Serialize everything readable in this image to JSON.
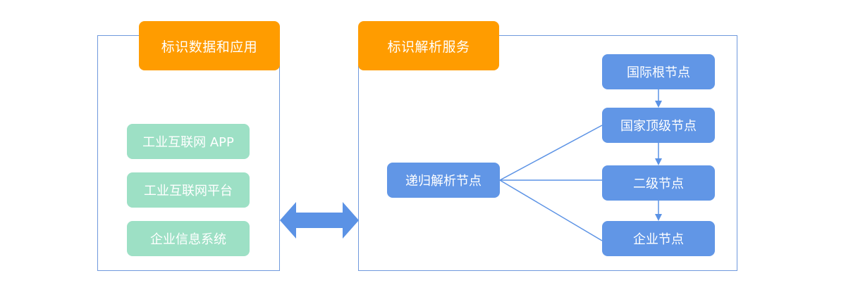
{
  "left_panel": {
    "title": "标识数据和应用",
    "items": [
      {
        "label": "工业互联网 APP"
      },
      {
        "label": "工业互联网平台"
      },
      {
        "label": "企业信息系统"
      }
    ]
  },
  "right_panel": {
    "title": "标识解析服务",
    "nodes": {
      "root": "国际根节点",
      "national": "国家顶级节点",
      "second": "二级节点",
      "enterprise": "企业节点",
      "recursive": "递归解析节点"
    }
  },
  "colors": {
    "header": "#ff9c00",
    "app_item": "#9de0c5",
    "node": "#6196e6",
    "border": "#6f99dd",
    "arrow": "#5b92e5"
  }
}
